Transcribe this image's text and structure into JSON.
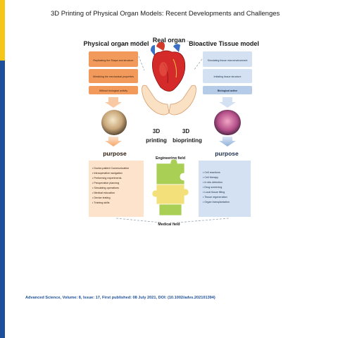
{
  "header": {
    "title": "3D Printing of Physical Organ Models: Recent Developments and Challenges"
  },
  "figure": {
    "left": {
      "title": "Physical organ model",
      "boxes": [
        "Replicating the Shape and structure",
        "Mimicking the mechanical properties",
        "Without biological activity"
      ],
      "purpose_label": "purpose",
      "purposes": [
        "Doctor-patient Communication",
        "Intraoperative navigation",
        "Performing experiments",
        "Preoperative planning",
        "Simulating operations",
        "Medical education",
        "Device testing",
        "Training skills"
      ]
    },
    "center": {
      "title": "Real organ",
      "label_3d_left": "3D",
      "label_printing": "printing",
      "label_3d_right": "3D",
      "label_bioprinting": "bioprinting",
      "engineering_field": "Engineering field",
      "medical_field": "Medical field"
    },
    "right": {
      "title": "Bioactive Tissue model",
      "boxes": [
        "Simulating tissue microenvironment",
        "Imitating tissue structure",
        "Biological active"
      ],
      "purpose_label": "purpose",
      "purposes": [
        "Cell reactions",
        "Cell therapy",
        "In situ detection",
        "Drug screening",
        "Local tissue filling",
        "Tissue regeneration",
        "Organ transplantation"
      ]
    },
    "colors": {
      "orange": "#f29a5c",
      "orange_light": "#f8c9a3",
      "blue": "#8fb0d9",
      "blue_light": "#d3e1f2",
      "green": "#a9cf55",
      "yellow": "#f3e07a"
    }
  },
  "footer": {
    "citation": "Advanced Science, Volume: 8, Issue: 17, First published: 08 July 2021, DOI: (10.1002/advs.202101394)"
  }
}
